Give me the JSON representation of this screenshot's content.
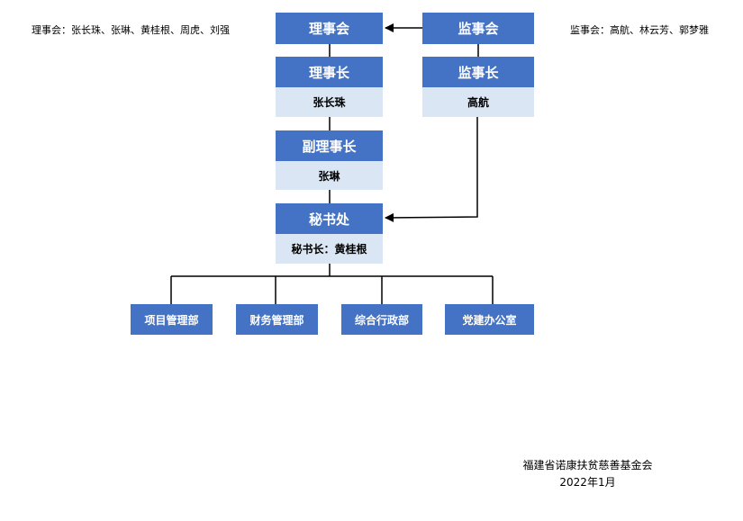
{
  "notes": {
    "board_members": "理事会：张长珠、张琳、黄桂根、周虎、刘强",
    "supervisors": "监事会：高航、林云芳、郭梦雅"
  },
  "nodes": {
    "board": "理事会",
    "supervisory_board": "监事会",
    "chairman_title": "理事长",
    "chairman_name": "张长珠",
    "chief_supervisor_title": "监事长",
    "chief_supervisor_name": "高航",
    "vice_chairman_title": "副理事长",
    "vice_chairman_name": "张琳",
    "secretariat_title": "秘书处",
    "secretary_general": "秘书长：黄桂根"
  },
  "departments": [
    "项目管理部",
    "财务管理部",
    "综合行政部",
    "党建办公室"
  ],
  "footer": {
    "organization": "福建省诺康扶贫慈善基金会",
    "date": "2022年1月"
  },
  "colors": {
    "dark_box": "#4472C4",
    "light_box": "#DAE6F4",
    "connector": "#000000"
  }
}
